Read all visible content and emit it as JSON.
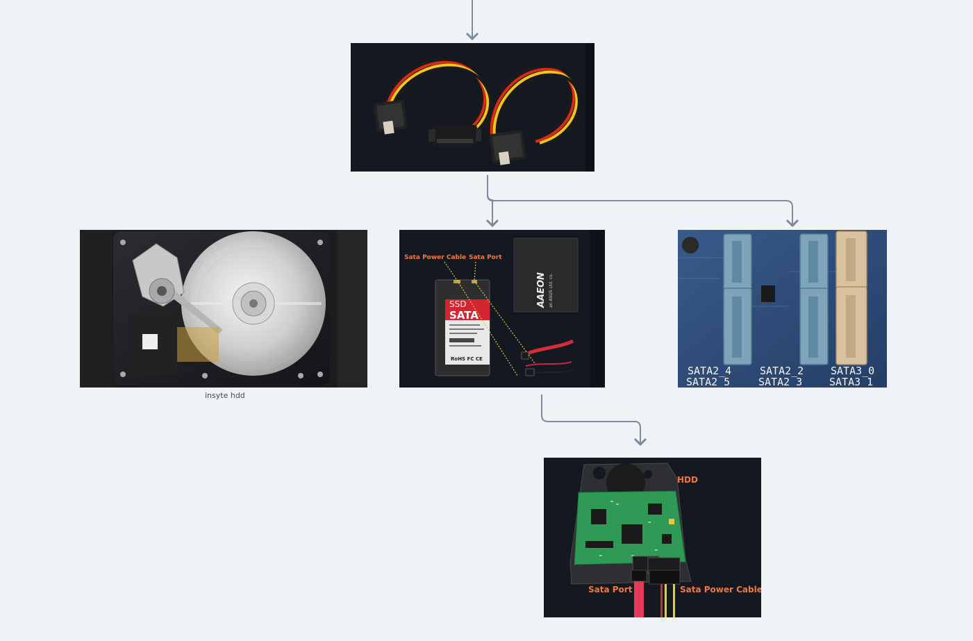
{
  "nodes": {
    "hdd_internals": {
      "caption": "insyte hdd"
    },
    "ssd_card": {
      "label_power": "Sata Power Cable",
      "label_port": "Sata Port",
      "ssd_top": "SSD",
      "ssd_big": "SATA",
      "ssd_foot": "RoHS  FC  CE",
      "box_brand": "AAEON",
      "box_sub": "an ASUS Ltd. co."
    },
    "motherboard": {
      "labels": [
        "SATA2_4",
        "SATA2_2",
        "SATA3_0",
        "SATA2_5",
        "SATA2_3",
        "SATA3_1"
      ]
    },
    "hdd_board": {
      "label_hdd": "HDD",
      "label_port": "Sata Port",
      "label_power": "Sata Power Cable"
    }
  },
  "colors": {
    "background": "#f0f3f6",
    "connector": "#7d8c9c",
    "image_bg": "#141821",
    "callout": "#f07840"
  }
}
